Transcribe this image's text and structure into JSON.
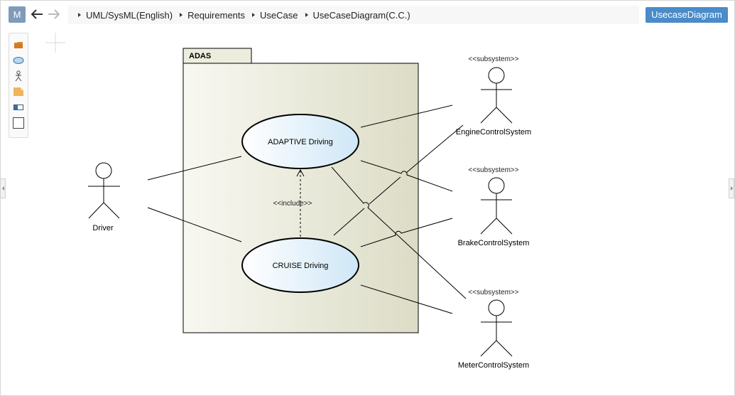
{
  "app": {
    "badge": "M"
  },
  "breadcrumb": [
    "UML/SysML(English)",
    "Requirements",
    "UseCase",
    "UseCaseDiagram(C.C.)"
  ],
  "toolbar": {
    "diagram_button_label": "UsecaseDiagram"
  },
  "palette": {
    "items": [
      "folder-icon",
      "usecase-ellipse-icon",
      "actor-icon",
      "note-icon",
      "boundary-icon",
      "rectangle-icon"
    ]
  },
  "diagram": {
    "package": {
      "name": "ADAS"
    },
    "usecases": {
      "adaptive": "ADAPTIVE Driving",
      "cruise": "CRUISE Driving"
    },
    "include_label": "<<include>>",
    "actors": {
      "driver": {
        "name": "Driver",
        "stereotype": ""
      },
      "engine": {
        "name": "EngineControlSystem",
        "stereotype": "<<subsystem>>"
      },
      "brake": {
        "name": "BrakeControlSystem",
        "stereotype": "<<subsystem>>"
      },
      "meter": {
        "name": "MeterControlSystem",
        "stereotype": "<<subsystem>>"
      }
    },
    "colors": {
      "package_fill_light": "#f8f8f2",
      "package_fill_dark": "#dcdcc6",
      "usecase_fill_light": "#ffffff",
      "usecase_fill_dark": "#cfe7f7",
      "line": "#000000"
    }
  }
}
